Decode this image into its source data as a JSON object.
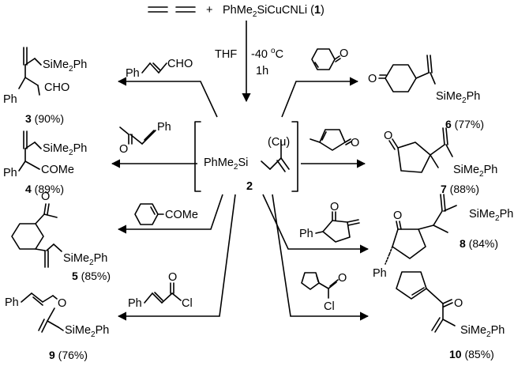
{
  "top": {
    "plus": "+",
    "reagent_formula_a": "PhMe",
    "reagent_formula_sub": "2",
    "reagent_formula_b": "SiCuCNLi (",
    "reagent_number": "1",
    "reagent_formula_c": ")",
    "condition_solvent": "THF",
    "condition_temp_a": "-40 ",
    "condition_temp_sup": "o",
    "condition_temp_b": "C",
    "condition_time": "1h"
  },
  "intermediate": {
    "si_a": "PhMe",
    "si_sub": "2",
    "si_b": "Si",
    "cu": "(Cu)",
    "number": "2"
  },
  "left_reagents": {
    "r3_ph": "Ph",
    "r3_cho": "CHO",
    "r4_o": "O",
    "r4_ph": "Ph",
    "r5_come": "COMe",
    "r9_ph": "Ph",
    "r9_o": "O",
    "r9_cl": "Cl"
  },
  "right_reagents": {
    "r6_o": "O",
    "r7_o": "O",
    "r8_ph": "Ph",
    "r8_o": "O",
    "r10_o": "O",
    "r10_cl": "Cl"
  },
  "products": {
    "p3": {
      "si_a": "SiMe",
      "si_sub": "2",
      "si_b": "Ph",
      "ph": "Ph",
      "cho": "CHO",
      "number": "3",
      "yield": " (90%)"
    },
    "p4": {
      "si_a": "SiMe",
      "si_sub": "2",
      "si_b": "Ph",
      "ph": "Ph",
      "come": "COMe",
      "number": "4",
      "yield": " (89%)"
    },
    "p5": {
      "o": "O",
      "si_a": "SiMe",
      "si_sub": "2",
      "si_b": "Ph",
      "number": "5",
      "yield": " (85%)"
    },
    "p9": {
      "ph": "Ph",
      "o": "O",
      "si_a": "SiMe",
      "si_sub": "2",
      "si_b": "Ph",
      "number": "9",
      "yield": " (76%)"
    },
    "p6": {
      "o": "O",
      "si_a": "SiMe",
      "si_sub": "2",
      "si_b": "Ph",
      "number": "6",
      "yield": " (77%)"
    },
    "p7": {
      "o": "O",
      "si_a": "SiMe",
      "si_sub": "2",
      "si_b": "Ph",
      "number": "7",
      "yield": " (88%)"
    },
    "p8": {
      "o": "O",
      "ph": "Ph",
      "si_a": "SiMe",
      "si_sub": "2",
      "si_b": "Ph",
      "number": "8",
      "yield": " (84%)"
    },
    "p10": {
      "o": "O",
      "si_a": "SiMe",
      "si_sub": "2",
      "si_b": "Ph",
      "number": "10",
      "yield": " (85%)"
    }
  }
}
